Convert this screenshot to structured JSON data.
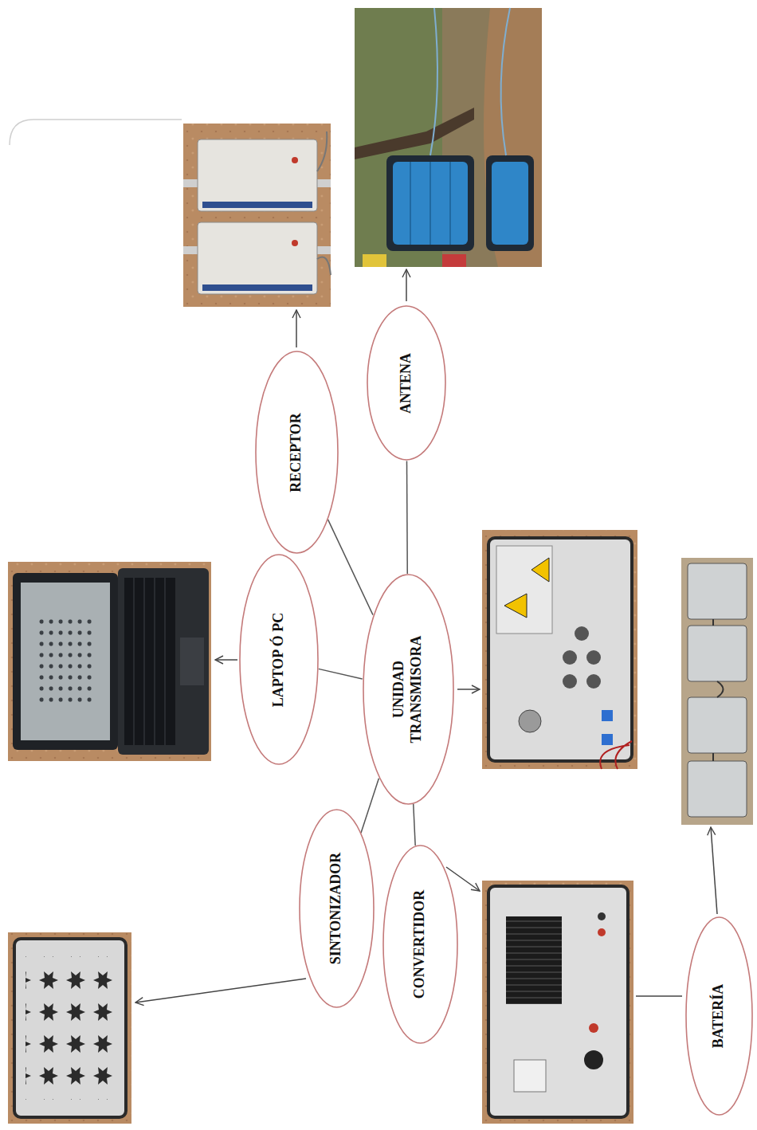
{
  "diagram": {
    "nodes": [
      {
        "text": [
          "SINTONIZADOR"
        ]
      },
      {
        "text": [
          "LAPTOP Ó PC"
        ]
      },
      {
        "text": [
          "RECEPTOR"
        ]
      },
      {
        "text": [
          "CONVERTIDOR"
        ]
      },
      {
        "text": [
          "UNIDAD TRANSMISORA"
        ]
      },
      {
        "text": [
          "ANTENA"
        ]
      },
      {
        "text": [
          "BATERÍA"
        ]
      }
    ],
    "edges": [
      {
        "from": 4,
        "to": 1,
        "arrow": "none"
      },
      {
        "from": 4,
        "to": 2,
        "arrow": "none"
      },
      {
        "from": 4,
        "to": 5,
        "arrow": "none"
      },
      {
        "from": 4,
        "to": 0,
        "arrow": "none"
      },
      {
        "from": 4,
        "to": 3,
        "arrow": "none"
      }
    ]
  }
}
